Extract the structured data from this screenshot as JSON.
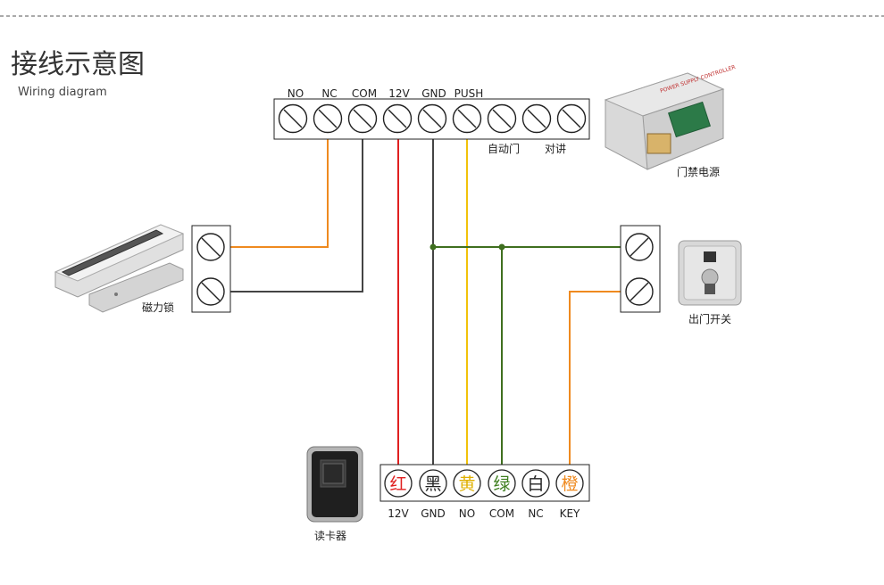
{
  "title": "接线示意图",
  "subtitle": "Wiring diagram",
  "controller_terminals": [
    "NO",
    "NC",
    "COM",
    "12V",
    "GND",
    "PUSH"
  ],
  "controller_sub_labels": [
    "自动门",
    "对讲"
  ],
  "power_supply_label": "门禁电源",
  "magnetic_lock_label": "磁力锁",
  "exit_button_label": "出门开关",
  "card_reader_label": "读卡器",
  "reader_wires": [
    {
      "glyph": "红",
      "label": "12V",
      "color": "#e02020"
    },
    {
      "glyph": "黑",
      "label": "GND",
      "color": "#222222"
    },
    {
      "glyph": "黄",
      "label": "NO",
      "color": "#e0b000"
    },
    {
      "glyph": "绿",
      "label": "COM",
      "color": "#3f7f1f"
    },
    {
      "glyph": "白",
      "label": "NC",
      "color": "#222222"
    },
    {
      "glyph": "橙",
      "label": "KEY",
      "color": "#ef8a1f"
    }
  ],
  "wire_colors": {
    "red": "#e02020",
    "black": "#444444",
    "yellow": "#f2c20a",
    "green": "#3f6f1f",
    "orange": "#ef8a1f"
  }
}
